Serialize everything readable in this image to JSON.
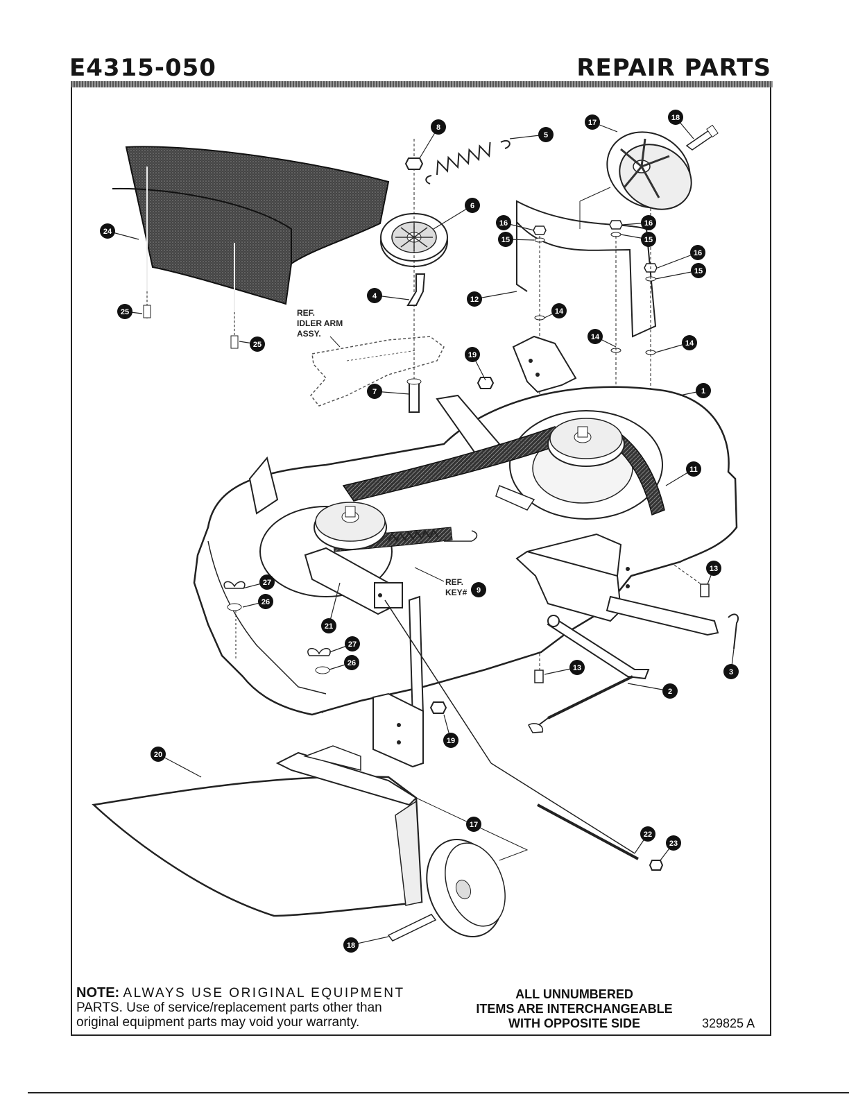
{
  "header": {
    "model": "E4315-050",
    "section": "REPAIR PARTS"
  },
  "references": {
    "idler_arm": [
      "REF.",
      "IDLER ARM",
      "ASSY."
    ],
    "key9": [
      "REF.",
      "KEY#"
    ]
  },
  "callouts": [
    {
      "num": "1"
    },
    {
      "num": "2"
    },
    {
      "num": "3"
    },
    {
      "num": "4"
    },
    {
      "num": "5"
    },
    {
      "num": "6"
    },
    {
      "num": "7"
    },
    {
      "num": "8"
    },
    {
      "num": "9"
    },
    {
      "num": "11"
    },
    {
      "num": "12"
    },
    {
      "num": "13"
    },
    {
      "num": "13"
    },
    {
      "num": "14"
    },
    {
      "num": "14"
    },
    {
      "num": "14"
    },
    {
      "num": "15"
    },
    {
      "num": "15"
    },
    {
      "num": "15"
    },
    {
      "num": "16"
    },
    {
      "num": "16"
    },
    {
      "num": "16"
    },
    {
      "num": "17"
    },
    {
      "num": "17"
    },
    {
      "num": "18"
    },
    {
      "num": "18"
    },
    {
      "num": "19"
    },
    {
      "num": "19"
    },
    {
      "num": "20"
    },
    {
      "num": "21"
    },
    {
      "num": "22"
    },
    {
      "num": "23"
    },
    {
      "num": "24"
    },
    {
      "num": "25"
    },
    {
      "num": "25"
    },
    {
      "num": "26"
    },
    {
      "num": "26"
    },
    {
      "num": "27"
    },
    {
      "num": "27"
    }
  ],
  "footer": {
    "note_lead": "NOTE:",
    "note_line1": "ALWAYS USE ORIGINAL EQUIPMENT",
    "note_line2": "PARTS. Use of service/replacement parts other than",
    "note_line3": "original equipment parts may void your warranty.",
    "interchange_line1": "ALL UNNUMBERED",
    "interchange_line2": "ITEMS ARE INTERCHANGEABLE",
    "interchange_line3": "WITH OPPOSITE SIDE",
    "ref_number": "329825 A"
  }
}
